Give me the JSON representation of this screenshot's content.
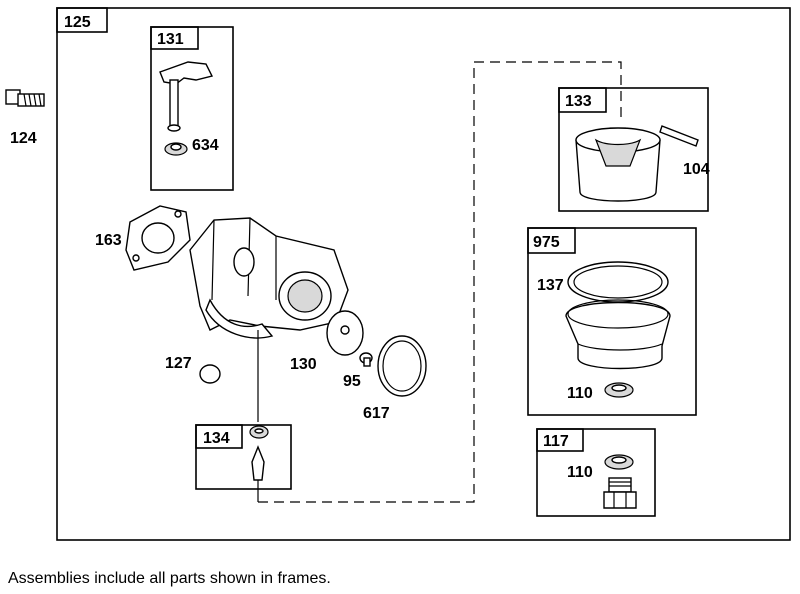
{
  "frames": {
    "main": "125",
    "float_bowl_frame_a": "131",
    "float_bowl_frame_b": "133",
    "bowl_gasket_frame": "975",
    "needle_frame": "134",
    "drain_frame": "117"
  },
  "parts": {
    "p124": "124",
    "p634": "634",
    "p104": "104",
    "p163": "163",
    "p137": "137",
    "p127": "127",
    "p130": "130",
    "p95": "95",
    "p617": "617",
    "p110a": "110",
    "p110b": "110"
  },
  "footnote": "Assemblies include all parts shown in frames."
}
